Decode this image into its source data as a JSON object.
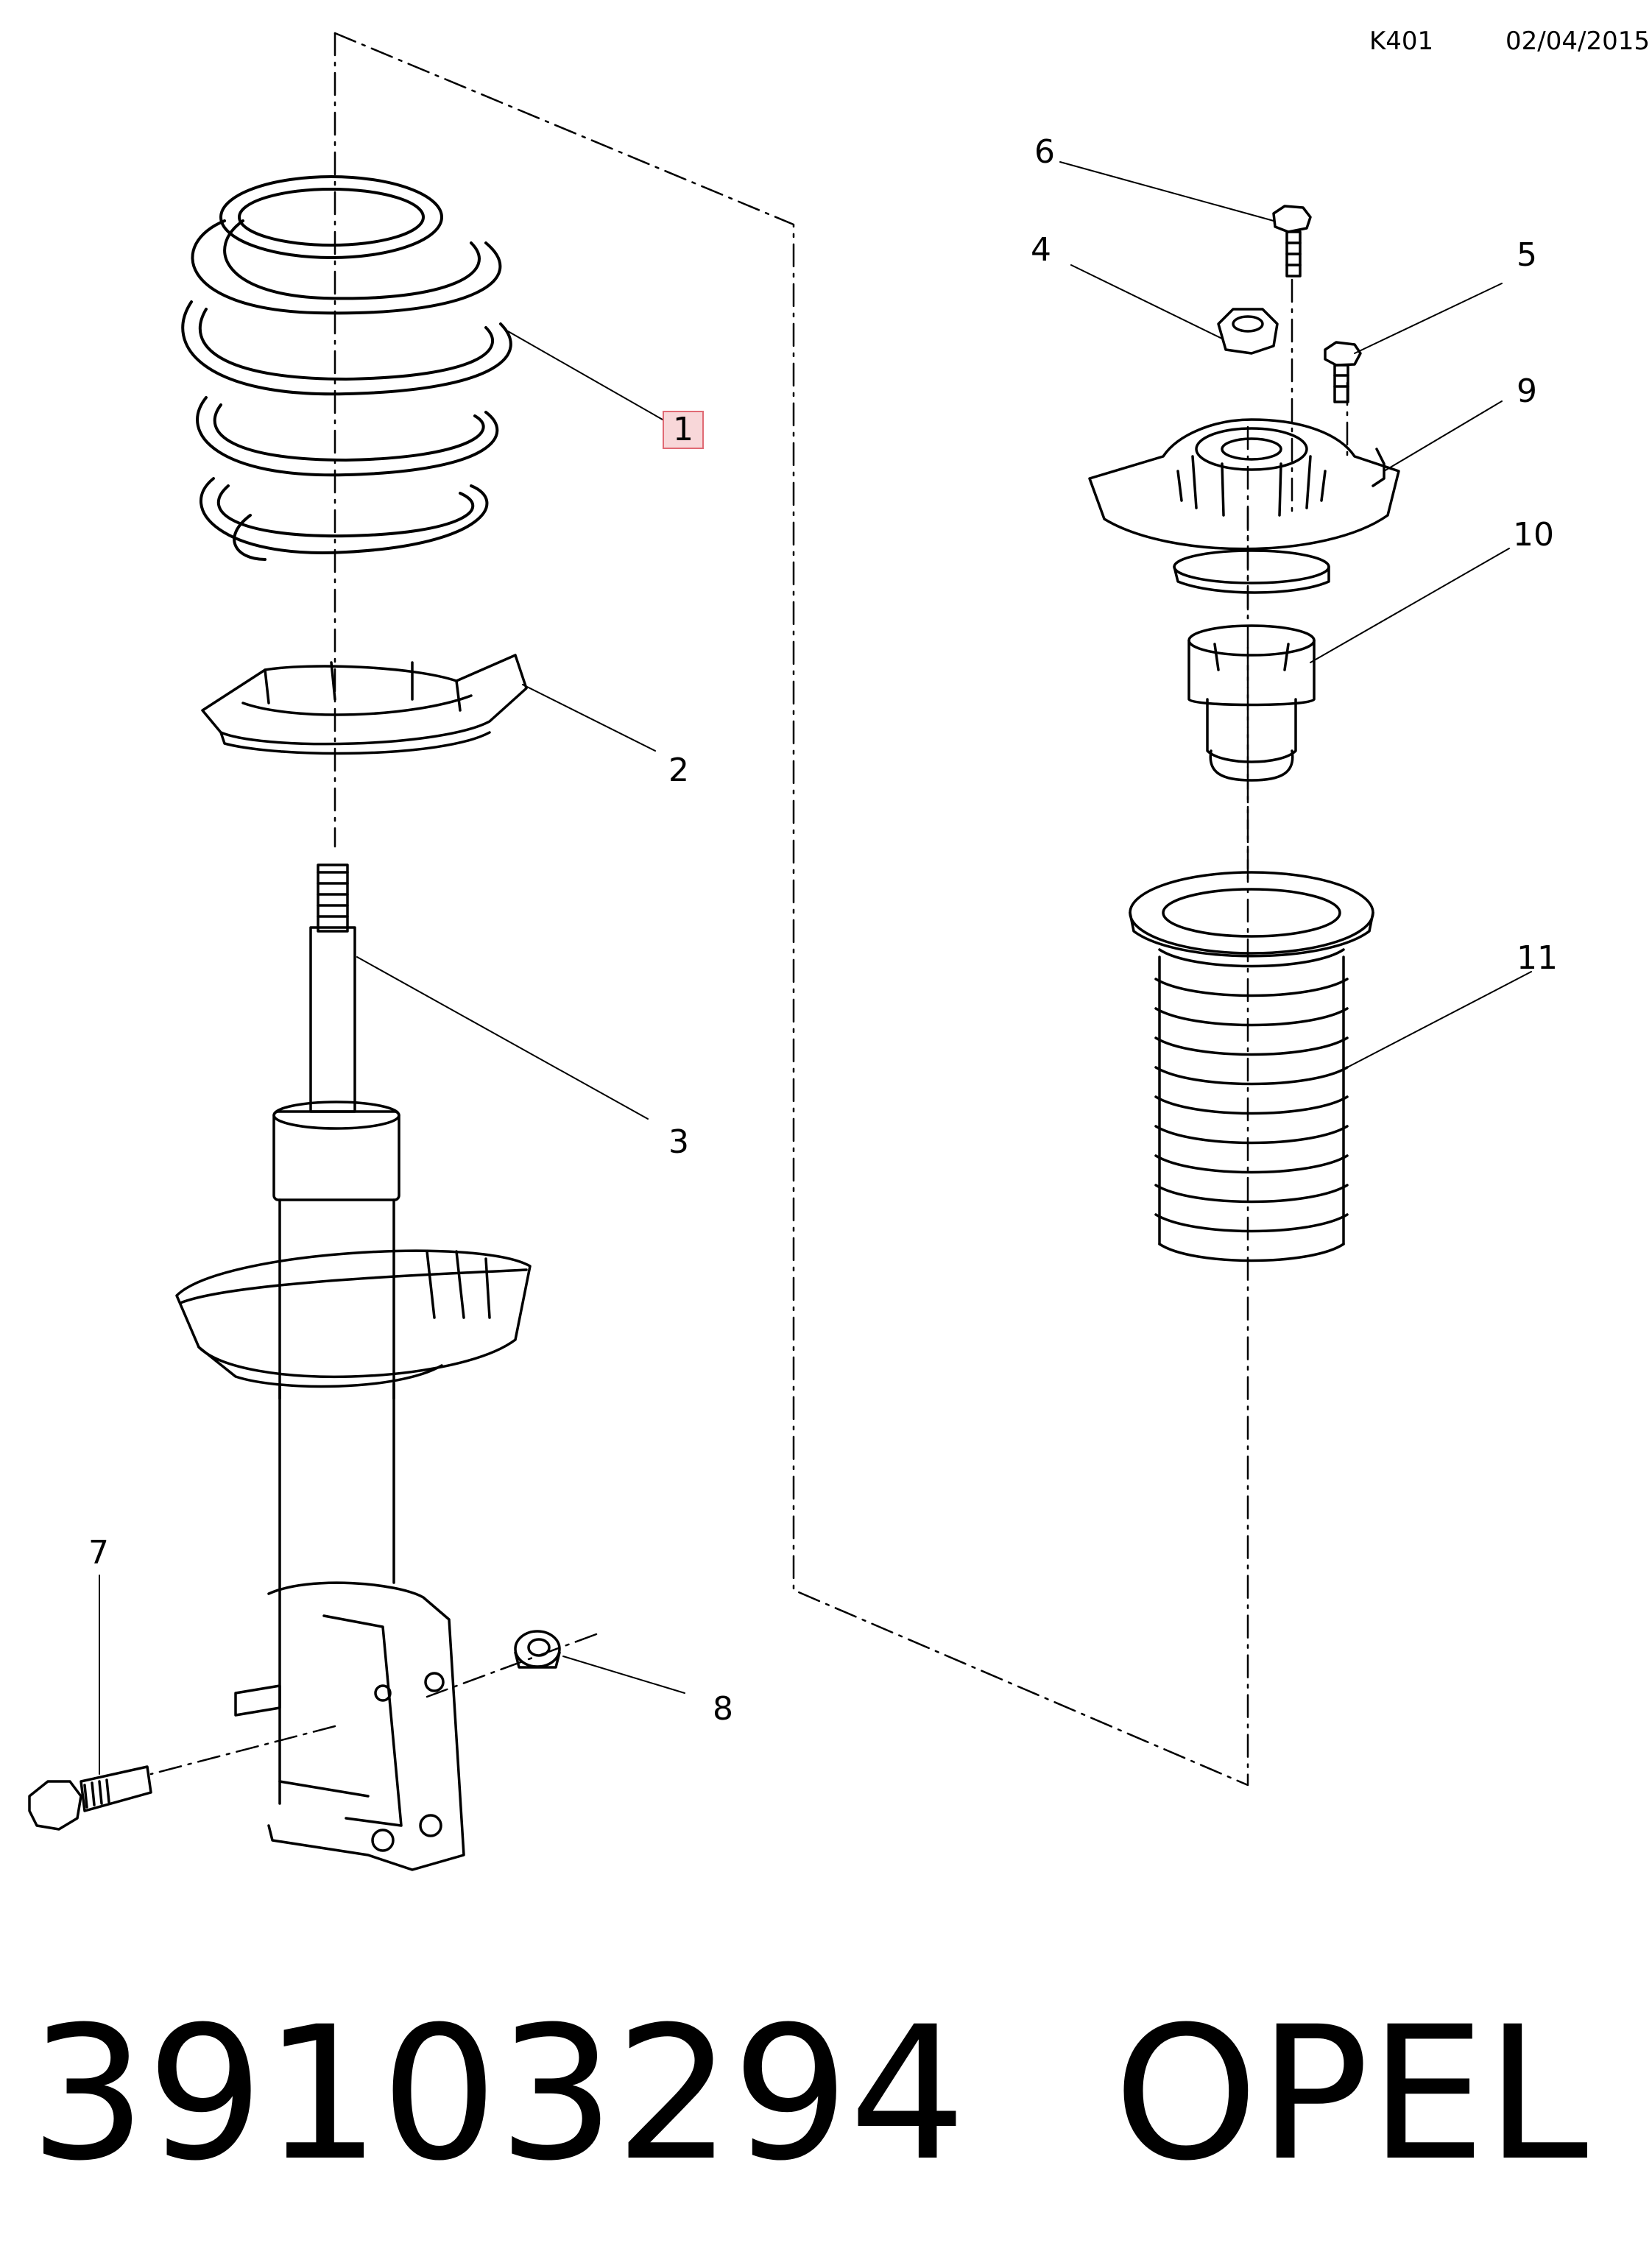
{
  "header": {
    "code": "K401",
    "date": "02/04/2015"
  },
  "callouts": [
    {
      "n": "1",
      "highlighted": true
    },
    {
      "n": "2"
    },
    {
      "n": "3"
    },
    {
      "n": "4"
    },
    {
      "n": "5"
    },
    {
      "n": "6"
    },
    {
      "n": "7"
    },
    {
      "n": "8"
    },
    {
      "n": "9"
    },
    {
      "n": "10"
    },
    {
      "n": "11"
    }
  ],
  "footer": {
    "part_number": "39103294",
    "brand": "OPEL"
  },
  "colors": {
    "line": "#000000",
    "highlight_fill": "#f8d7d9",
    "highlight_border": "#e06a74"
  }
}
